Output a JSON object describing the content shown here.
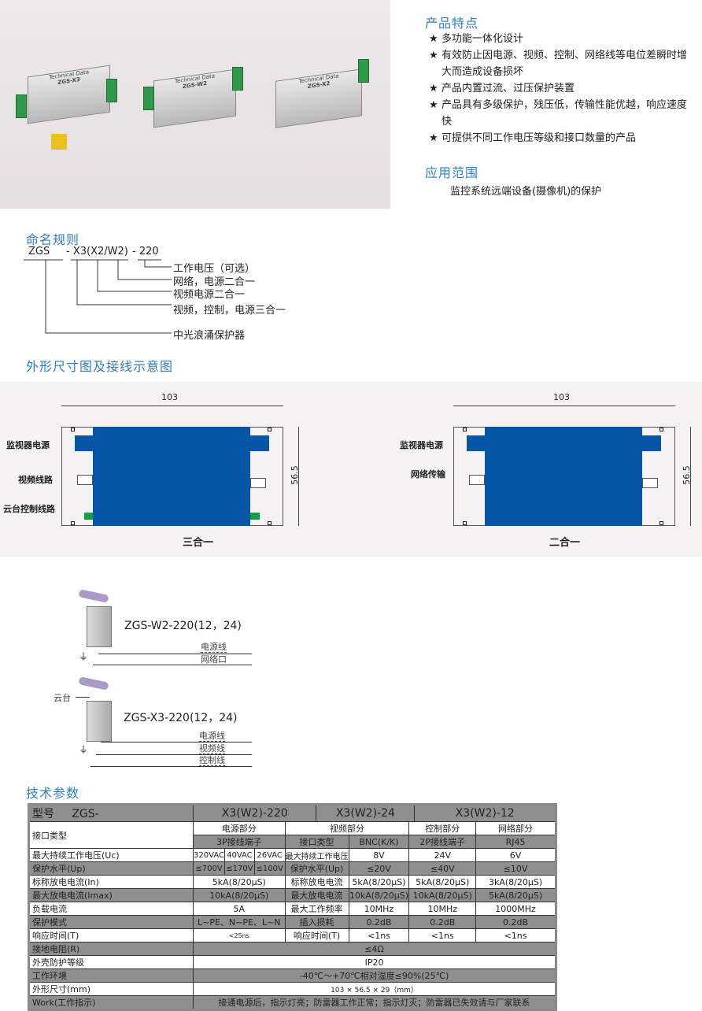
{
  "products": {
    "labels": [
      {
        "title": "Technical Data",
        "model": "ZGS-X3"
      },
      {
        "title": "Technical Data",
        "model": "ZGS-W2"
      },
      {
        "title": "Technical Data",
        "model": "ZGS-X2"
      }
    ]
  },
  "features": {
    "title": "产品特点",
    "star": "★",
    "items": [
      "多功能一体化设计",
      "有效防止因电源、视频、控制、网络线等电位差瞬时增大而造成设备损坏",
      "产品内置过流、过压保护装置",
      "产品具有多级保护，残压低，传输性能优越，响应速度快",
      "可提供不同工作电压等级和接口数量的产品"
    ]
  },
  "application": {
    "title": "应用范围",
    "text": "监控系统远端设备(摄像机)的保护"
  },
  "naming": {
    "title": "命名规则",
    "parts": [
      "ZGS",
      "- X3(X2/W2)",
      "- 220"
    ],
    "notes": [
      "工作电压（可选）",
      "网络，电源二合一",
      "视频电源二合一",
      "视频，控制，电源三合一",
      "中光浪涌保护器"
    ]
  },
  "dimensions": {
    "title": "外形尺寸图及接线示意图",
    "width": "103",
    "height": "56.5",
    "left": {
      "labels": [
        "监视器电源",
        "视频线路",
        "云台控制线路"
      ],
      "caption": "三合一"
    },
    "right": {
      "labels": [
        "监视器电源",
        "网络传输"
      ],
      "caption": "二合一"
    }
  },
  "wiring": {
    "w2": {
      "model": "ZGS-W2-220(12，24)",
      "lines": [
        "电源线",
        "网络口"
      ]
    },
    "x3": {
      "model": "ZGS-X3-220(12，24)",
      "ptz": "云台",
      "lines": [
        "电源线",
        "视频线",
        "控制线"
      ]
    }
  },
  "specs": {
    "title": "技术参数",
    "header": [
      "型号",
      "ZGS-",
      "X3(W2)-220",
      "X3(W2)-24",
      "X3(W2)-12"
    ],
    "iface": {
      "label": "接口类型",
      "power": "电源部分",
      "video": "视频部分",
      "control": "控制部分",
      "network": "网络部分",
      "power_type": "3P接线端子",
      "video_label": "接口类型",
      "video_type": "BNC(K/K)",
      "control_type": "2P接线端子",
      "network_type": "RJ45"
    },
    "rows": [
      {
        "label": "最大持续工作电压(Uc)",
        "p": [
          "320VAC",
          "40VAC",
          "26VAC"
        ],
        "vl": "最大持续工作电压",
        "v": "8V",
        "c": "24V",
        "n": "6V"
      },
      {
        "label": "保护水平(Up)",
        "p": [
          "≤700V",
          "≤170V",
          "≤100V"
        ],
        "vl": "保护水平(Up)",
        "v": "≤20V",
        "c": "≤40V",
        "n": "≤10V"
      },
      {
        "label": "标称放电电流(In)",
        "p": [
          "5kA(8/20μS)"
        ],
        "vl": "标称放电电流",
        "v": "5kA(8/20μS)",
        "c": "5kA(8/20μS)",
        "n": "3kA(8/20μS)"
      },
      {
        "label": "最大放电电流(Imax)",
        "p": [
          "10kA(8/20μS)"
        ],
        "vl": "最大放电电流",
        "v": "10kA(8/20μS)",
        "c": "10kA(8/20μS)",
        "n": "5kA(8/20μS)"
      },
      {
        "label": "负载电流",
        "p": [
          "5A"
        ],
        "vl": "最大工作频率",
        "v": "10MHz",
        "c": "10MHz",
        "n": "1000MHz"
      },
      {
        "label": "保护模式",
        "p": [
          "L~PE、N~PE、L~N"
        ],
        "vl": "插入损耗",
        "v": "0.2dB",
        "c": "0.2dB",
        "n": "0.2dB"
      },
      {
        "label": "响应时间(T)",
        "p": [
          "<25ns"
        ],
        "vl": "响应时间(T)",
        "v": "<1ns",
        "c": "<1ns",
        "n": "<1ns"
      }
    ],
    "common": [
      {
        "label": "接地电阻(R)",
        "value": "≤4Ω"
      },
      {
        "label": "外壳防护等级",
        "value": "IP20"
      },
      {
        "label": "工作环境",
        "value": "-40℃～+70℃相对湿度≤90%(25℃)"
      },
      {
        "label": "外形尺寸(mm)",
        "value": "103 × 56.5 × 29（mm）"
      },
      {
        "label": "Work(工作指示)",
        "value": "接通电源后，指示灯亮；防雷器工作正常；指示灯灭；防雷器已失效请与厂家联系"
      }
    ]
  }
}
